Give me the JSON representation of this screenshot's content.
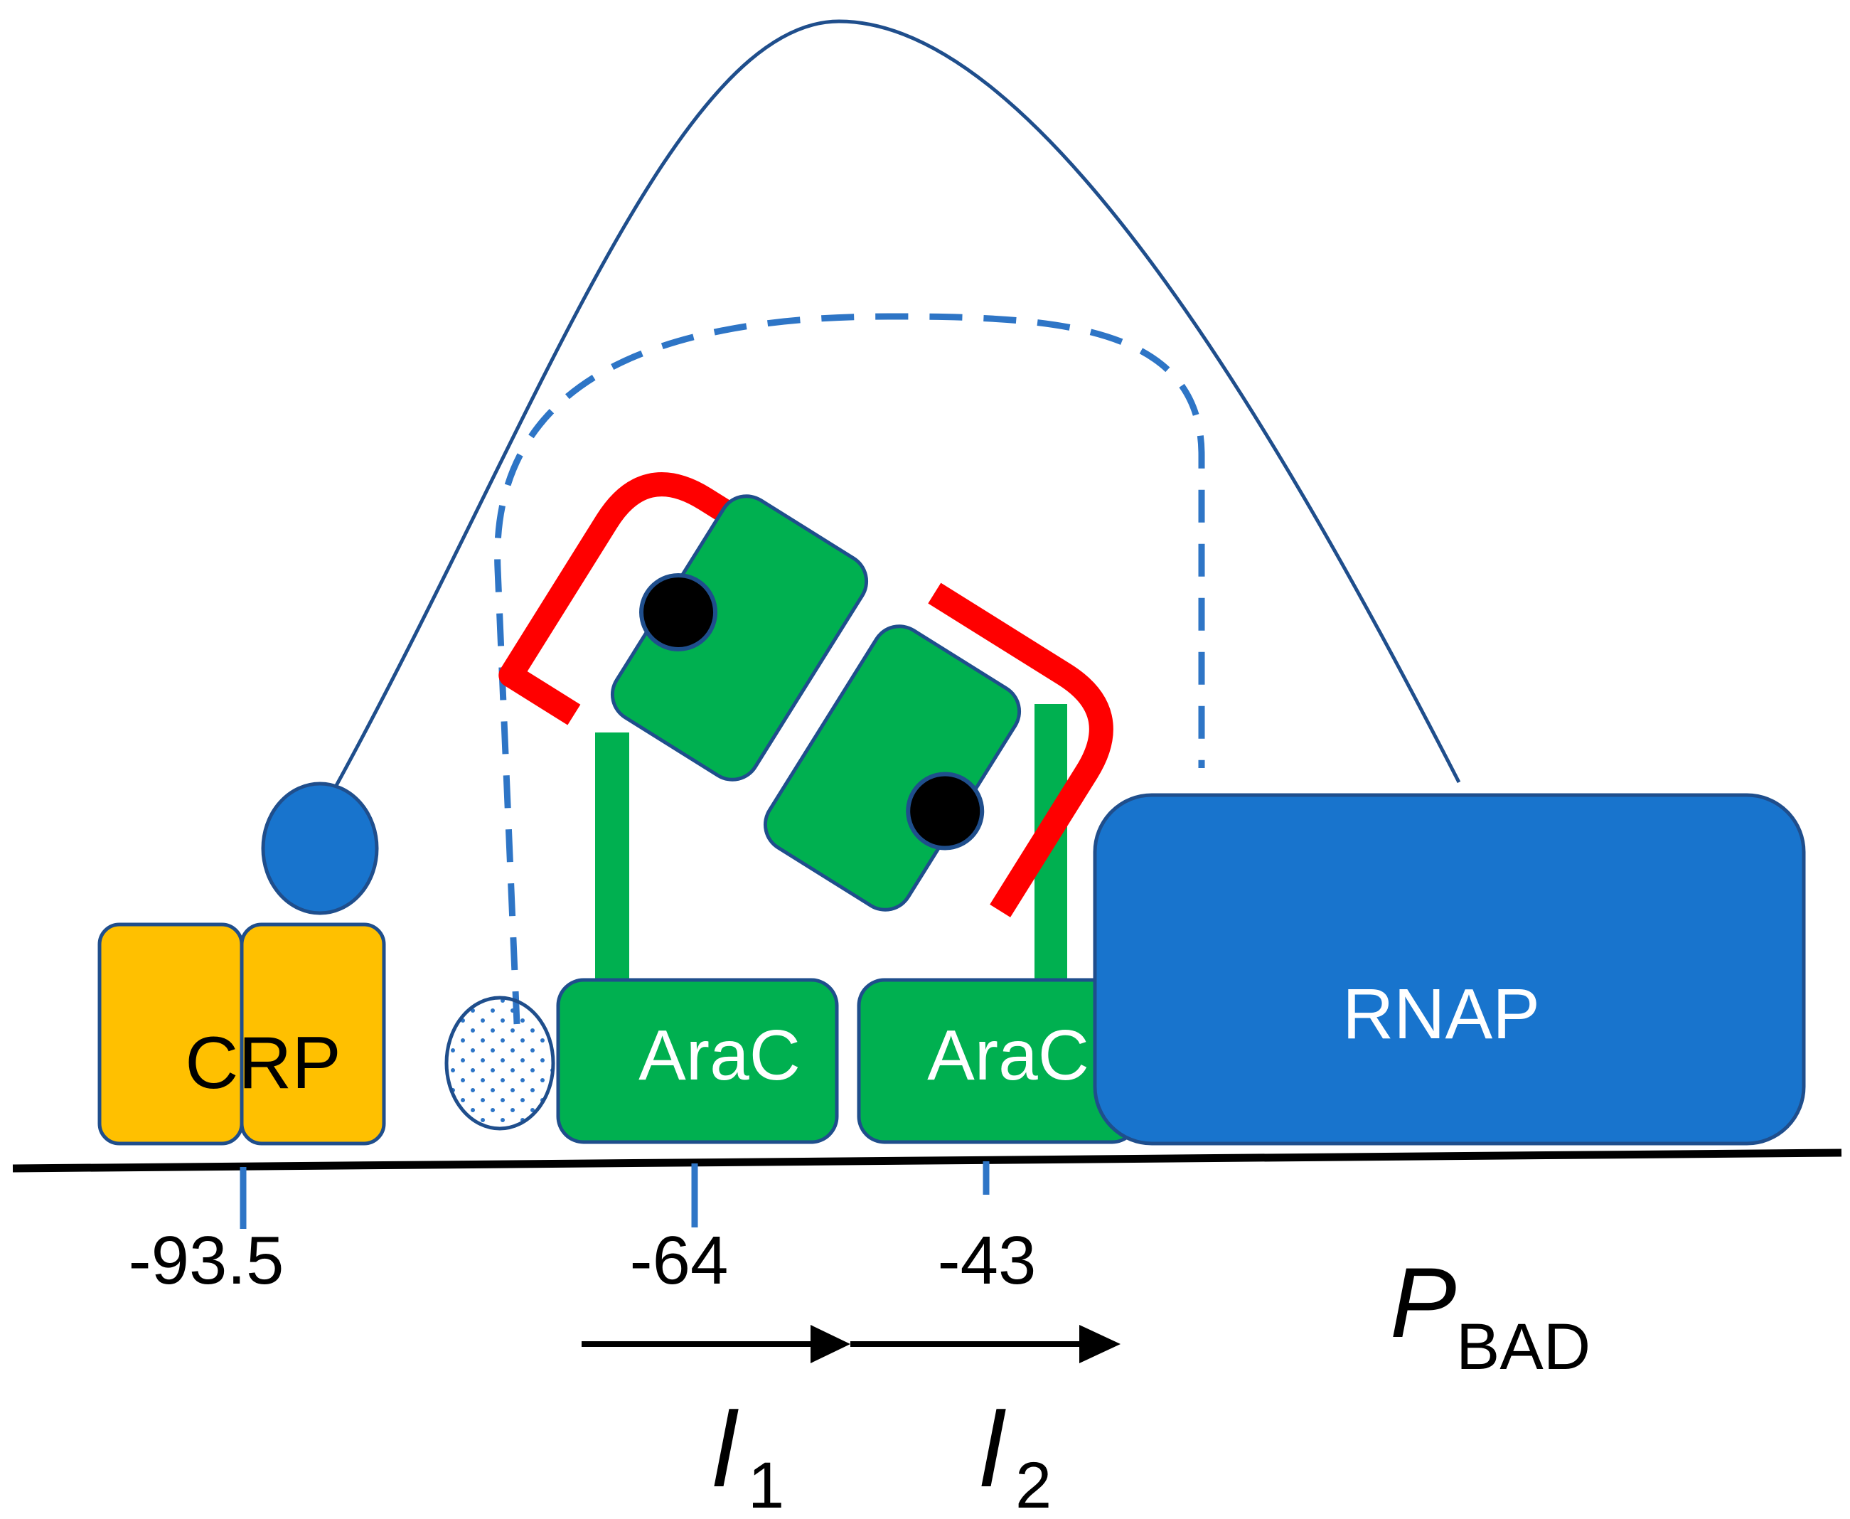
{
  "colors": {
    "crp": "#FFC000",
    "arac": "#00B050",
    "rnap": "#1874CD",
    "outline": "#1F4E8C",
    "arm": "#FF0000",
    "ligand": "#000000",
    "loop_solid": "#1F4E8C",
    "loop_dashed": "#2E75C6",
    "dna": "#000000"
  },
  "labels": {
    "crp": "CRP",
    "arac_1": "AraC",
    "arac_2": "AraC",
    "rnap": "RNAP",
    "pos_crp": "-93.5",
    "pos_i1": "-64",
    "pos_i2": "-43",
    "promoter_main": "P",
    "promoter_sub": "BAD",
    "l1_main": "l",
    "l1_sub": "1",
    "l2_main": "l",
    "l2_sub": "2"
  },
  "icons": {
    "crp_ctd": "circle",
    "ligand": "filled-circle",
    "rnap_alpha_ctd": "dotted-ellipse"
  }
}
